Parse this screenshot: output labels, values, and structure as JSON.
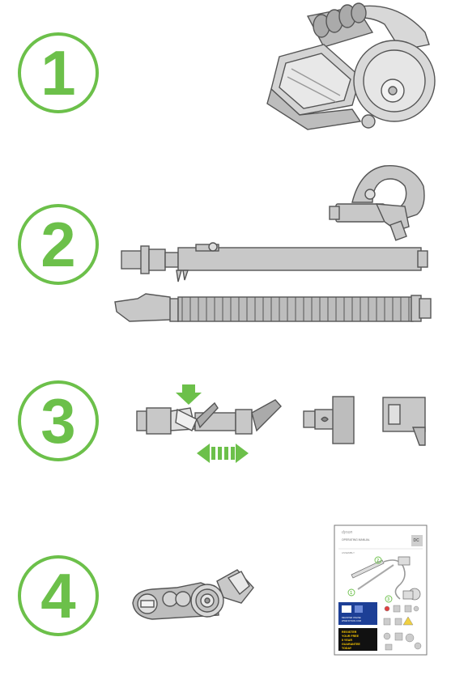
{
  "steps": [
    {
      "number": "1"
    },
    {
      "number": "2"
    },
    {
      "number": "3"
    },
    {
      "number": "4"
    }
  ],
  "manual": {
    "brand": "dyson",
    "title": "OPERATING MANUAL",
    "badge": "DC",
    "subtitle": "ASSEMBLY",
    "inner_steps": [
      "1",
      "2",
      "3"
    ],
    "register_lines": [
      "REGISTER",
      "YOUR FREE",
      "5 YEAR",
      "GUARANTEE",
      "TODAY"
    ],
    "blue_panel_lines": [
      "REGISTER ONLINE",
      "WWW.DYSON.COM"
    ]
  },
  "colors": {
    "accent": "#6cc04a",
    "part_fill": "#c8c8c8",
    "part_stroke": "#555555",
    "manual_blue": "#1d3f96",
    "manual_black": "#111111"
  },
  "icons": [
    "vacuum-cleaner-body-icon",
    "wand-handle-icon",
    "wand-tube-icon",
    "hose-icon",
    "combination-tool-icon",
    "stair-tool-icon",
    "crevice-tool-icon",
    "floor-tool-icon",
    "operating-manual-icon",
    "press-down-arrow-icon",
    "extend-arrows-icon"
  ]
}
